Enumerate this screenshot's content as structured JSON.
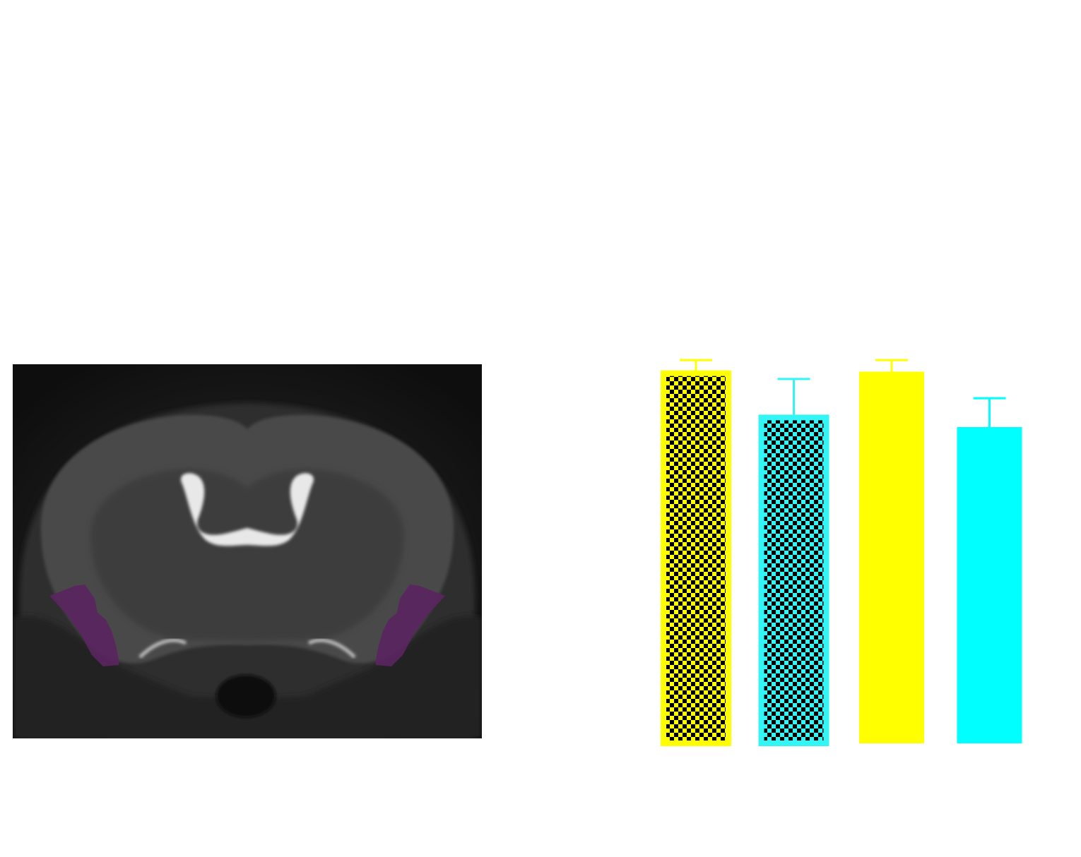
{
  "brain_image": {
    "subject": "coronal-brain-slice-mri",
    "highlight_color": "#5a2560",
    "highlighted_region": "bilateral-lateral-ventral-cortex"
  },
  "chart_data": {
    "type": "bar",
    "title": "",
    "xlabel": "",
    "ylabel": "",
    "ylim": [
      0,
      1
    ],
    "grid": false,
    "legend": "none",
    "categories": [
      "",
      "",
      "",
      ""
    ],
    "bars": [
      {
        "value": 0.962,
        "error": 0.034,
        "color": "#ffff00",
        "pattern": "checker"
      },
      {
        "value": 0.847,
        "error": 0.1,
        "color": "#33f5f5",
        "pattern": "checker"
      },
      {
        "value": 0.966,
        "error": 0.03,
        "color": "#ffff00",
        "pattern": "solid"
      },
      {
        "value": 0.822,
        "error": 0.075,
        "color": "#00ffff",
        "pattern": "solid"
      }
    ]
  }
}
